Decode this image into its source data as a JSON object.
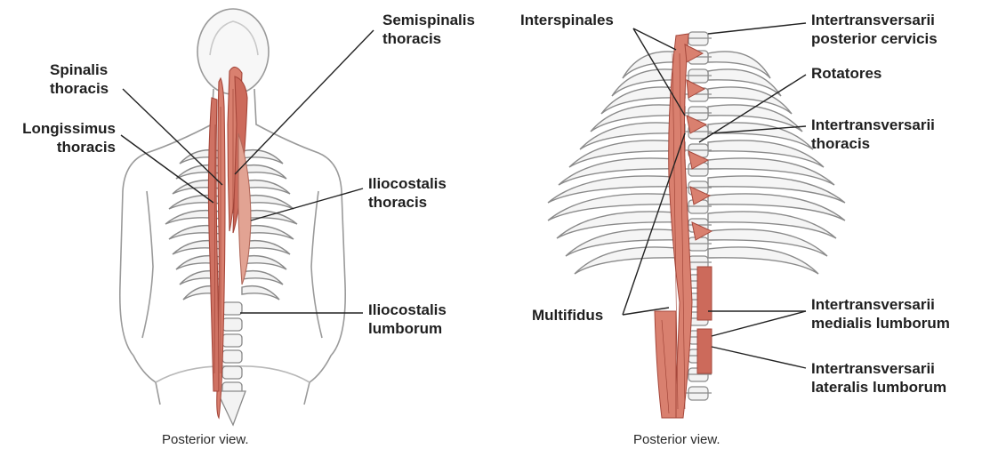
{
  "figure": {
    "colors": {
      "muscle": "#d9806f",
      "muscle_dark": "#b9574a",
      "outline": "#8e8e8e",
      "bone": "#f4f4f4",
      "leader": "#222222"
    },
    "left_panel": {
      "caption": "Posterior view.",
      "labels": {
        "semispinalis_thoracis": [
          "Semispinalis",
          "thoracis"
        ],
        "spinalis_thoracis": [
          "Spinalis",
          "thoracis"
        ],
        "longissimus_thoracis": [
          "Longissimus",
          "thoracis"
        ],
        "iliocostalis_thoracis": [
          "Iliocostalis",
          "thoracis"
        ],
        "iliocostalis_lumborum": [
          "Iliocostalis",
          "lumborum"
        ]
      }
    },
    "right_panel": {
      "caption": "Posterior view.",
      "labels": {
        "interspinales": [
          "Interspinales"
        ],
        "intertransversarii_posterior_cervicis": [
          "Intertransversarii",
          "posterior cervicis"
        ],
        "rotatores": [
          "Rotatores"
        ],
        "intertransversarii_thoracis": [
          "Intertransversarii",
          "thoracis"
        ],
        "multifidus": [
          "Multifidus"
        ],
        "intertransversarii_medialis_lumborum": [
          "Intertransversarii",
          "medialis lumborum"
        ],
        "intertransversarii_lateralis_lumborum": [
          "Intertransversarii",
          "lateralis lumborum"
        ]
      }
    }
  }
}
